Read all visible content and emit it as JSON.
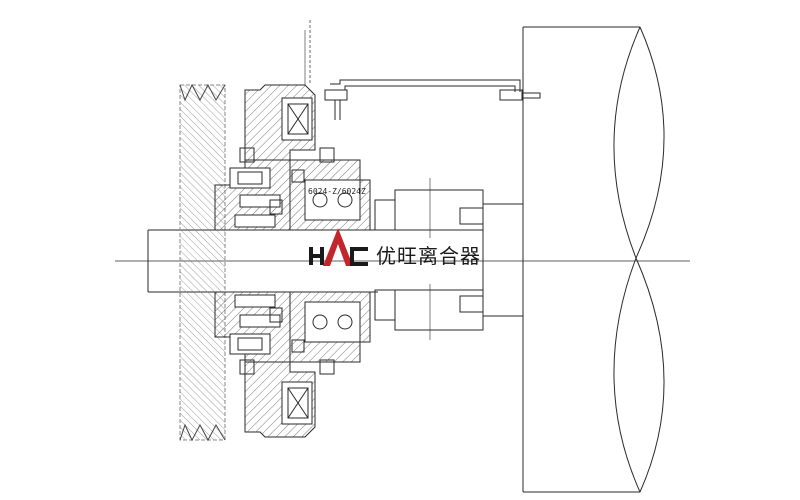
{
  "logo": {
    "text": "HAC",
    "letter_color": "#1a1a1a",
    "accent_color": "#c0262c"
  },
  "brand_name": "优旺离合器",
  "bearing_marking": "6024-Z/6024Z",
  "colors": {
    "line": "#2a2a2a",
    "hatch": "#555555",
    "background": "#ffffff",
    "wood_hatch": "#888888"
  }
}
